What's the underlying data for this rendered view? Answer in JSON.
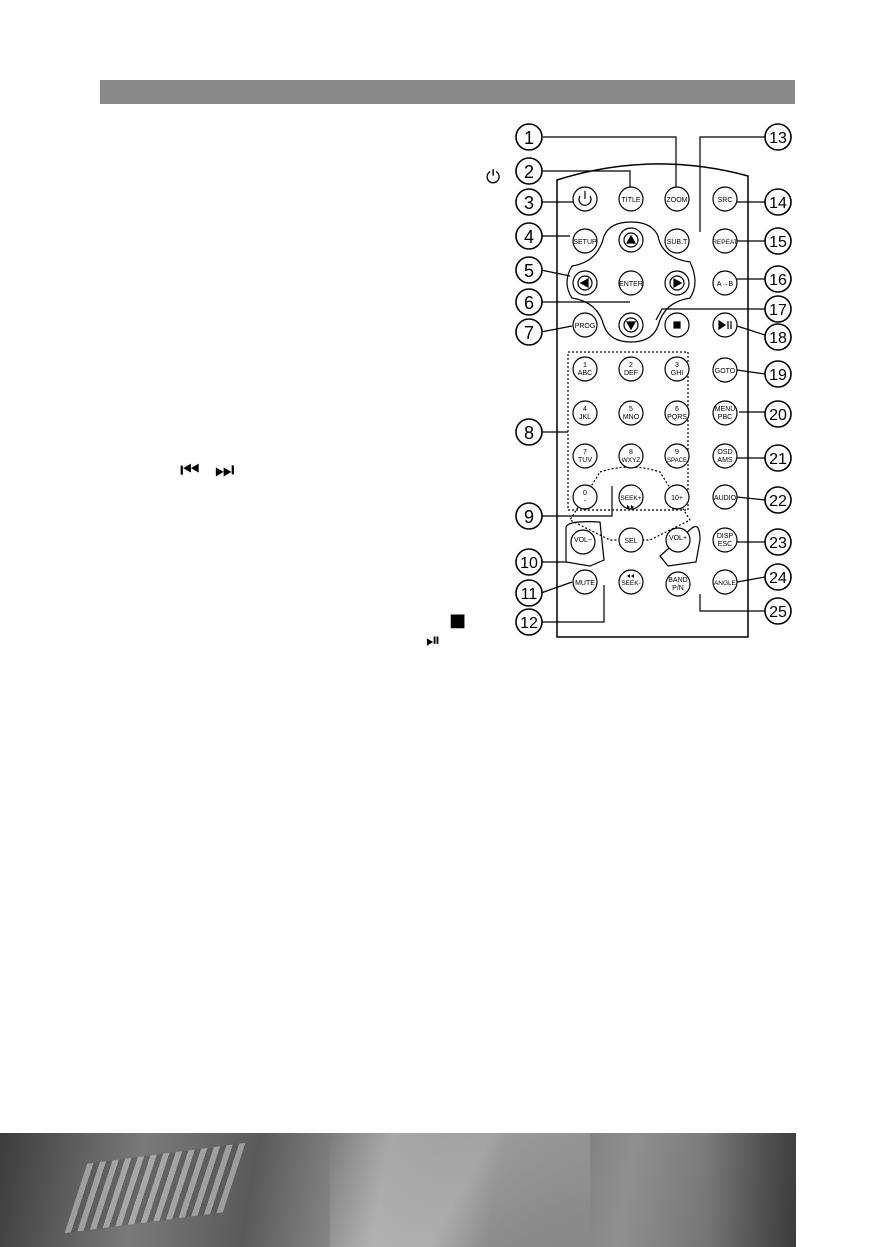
{
  "icons": {
    "power_symbol": "⏻",
    "skip_symbols": "⏮ ⏭",
    "stop_symbol": "■",
    "play_pause_symbol": "⏯"
  },
  "callouts": [
    "1",
    "2",
    "3",
    "4",
    "5",
    "6",
    "7",
    "8",
    "9",
    "10",
    "11",
    "12",
    "13",
    "14",
    "15",
    "16",
    "17",
    "18",
    "19",
    "20",
    "21",
    "22",
    "23",
    "24",
    "25"
  ],
  "buttons": {
    "title": "TITLE",
    "zoom": "ZOOM",
    "src": "SRC",
    "setup": "SETUP",
    "subt": "SUB.T",
    "repeat": "REPEAT",
    "enter": "ENTER",
    "ab": "A→B",
    "prog": "PROG",
    "goto": "GOTO",
    "menu_1": "MENU",
    "menu_2": "PBC",
    "osd_1": "OSD",
    "osd_2": "AMS",
    "audio": "AUDIO",
    "disp_1": "DISP",
    "disp_2": "ESC",
    "angle": "ANGLE",
    "sel": "SEL",
    "vol_minus": "VOL−",
    "vol_plus": "VOL+",
    "seek_plus": "SEEK+",
    "seek_minus": "SEEK-",
    "mute": "MUTE",
    "band_1": "BAND",
    "band_2": "P/N",
    "ten_plus": "10+"
  },
  "numpad": [
    {
      "num": "1",
      "letters": "ABC"
    },
    {
      "num": "2",
      "letters": "DEF"
    },
    {
      "num": "3",
      "letters": "GHI"
    },
    {
      "num": "4",
      "letters": "JKL"
    },
    {
      "num": "5",
      "letters": "MNO"
    },
    {
      "num": "6",
      "letters": "PQRS"
    },
    {
      "num": "7",
      "letters": "TUV"
    },
    {
      "num": "8",
      "letters": "WXYZ"
    },
    {
      "num": "9",
      "letters": "SPACE"
    },
    {
      "num": "0",
      "letters": "-"
    }
  ]
}
